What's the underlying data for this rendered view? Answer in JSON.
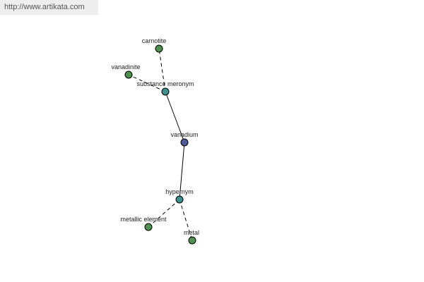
{
  "watermark": "http://www.artikata.com",
  "graph": {
    "nodes": [
      {
        "id": "vanadium",
        "label": "vanadium",
        "kind": "root",
        "color": "#4f5a9a"
      },
      {
        "id": "substance_meronym",
        "label": "substance meronym",
        "kind": "relation",
        "color": "#3f8f8f"
      },
      {
        "id": "carnotite",
        "label": "carnotite",
        "kind": "leaf",
        "color": "#4f8f4f"
      },
      {
        "id": "vanadinite",
        "label": "vanadinite",
        "kind": "leaf",
        "color": "#4f8f4f"
      },
      {
        "id": "hypernym",
        "label": "hypernym",
        "kind": "relation",
        "color": "#3f8f8f"
      },
      {
        "id": "metallic_element",
        "label": "metallic element",
        "kind": "leaf",
        "color": "#4f8f4f"
      },
      {
        "id": "metal",
        "label": "metal",
        "kind": "leaf",
        "color": "#4f8f4f"
      }
    ],
    "edges": [
      {
        "from": "vanadium",
        "to": "substance_meronym",
        "style": "solid"
      },
      {
        "from": "vanadium",
        "to": "hypernym",
        "style": "solid"
      },
      {
        "from": "substance_meronym",
        "to": "carnotite",
        "style": "dashed"
      },
      {
        "from": "substance_meronym",
        "to": "vanadinite",
        "style": "dashed"
      },
      {
        "from": "hypernym",
        "to": "metallic_element",
        "style": "dashed"
      },
      {
        "from": "hypernym",
        "to": "metal",
        "style": "dashed"
      }
    ]
  }
}
